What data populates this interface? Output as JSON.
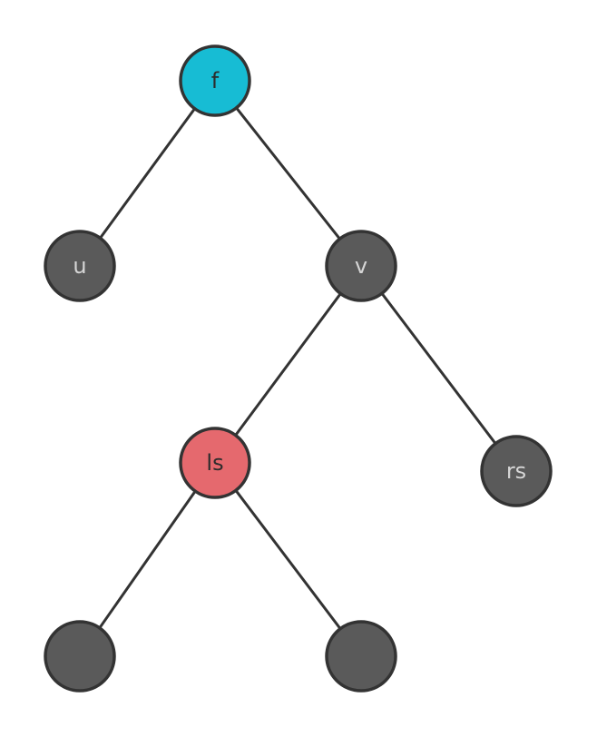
{
  "diagram": {
    "type": "binary-tree",
    "colors": {
      "default_node": "#5a5a5a",
      "highlight_root": "#17bcd4",
      "highlight_child": "#e5696e",
      "edge": "#333333",
      "label_light": "#d6d6d6",
      "label_dark": "#2c2c2c"
    },
    "nodes": [
      {
        "id": "f",
        "label": "f",
        "style": "highlight_root"
      },
      {
        "id": "u",
        "label": "u",
        "style": "default_node"
      },
      {
        "id": "v",
        "label": "v",
        "style": "default_node"
      },
      {
        "id": "ls",
        "label": "ls",
        "style": "highlight_child"
      },
      {
        "id": "rs",
        "label": "rs",
        "style": "default_node"
      },
      {
        "id": "ls-left",
        "label": "",
        "style": "default_node"
      },
      {
        "id": "ls-right",
        "label": "",
        "style": "default_node"
      }
    ],
    "edges": [
      {
        "from": "f",
        "to": "u"
      },
      {
        "from": "f",
        "to": "v"
      },
      {
        "from": "v",
        "to": "ls"
      },
      {
        "from": "v",
        "to": "rs"
      },
      {
        "from": "ls",
        "to": "ls-left"
      },
      {
        "from": "ls",
        "to": "ls-right"
      }
    ]
  }
}
